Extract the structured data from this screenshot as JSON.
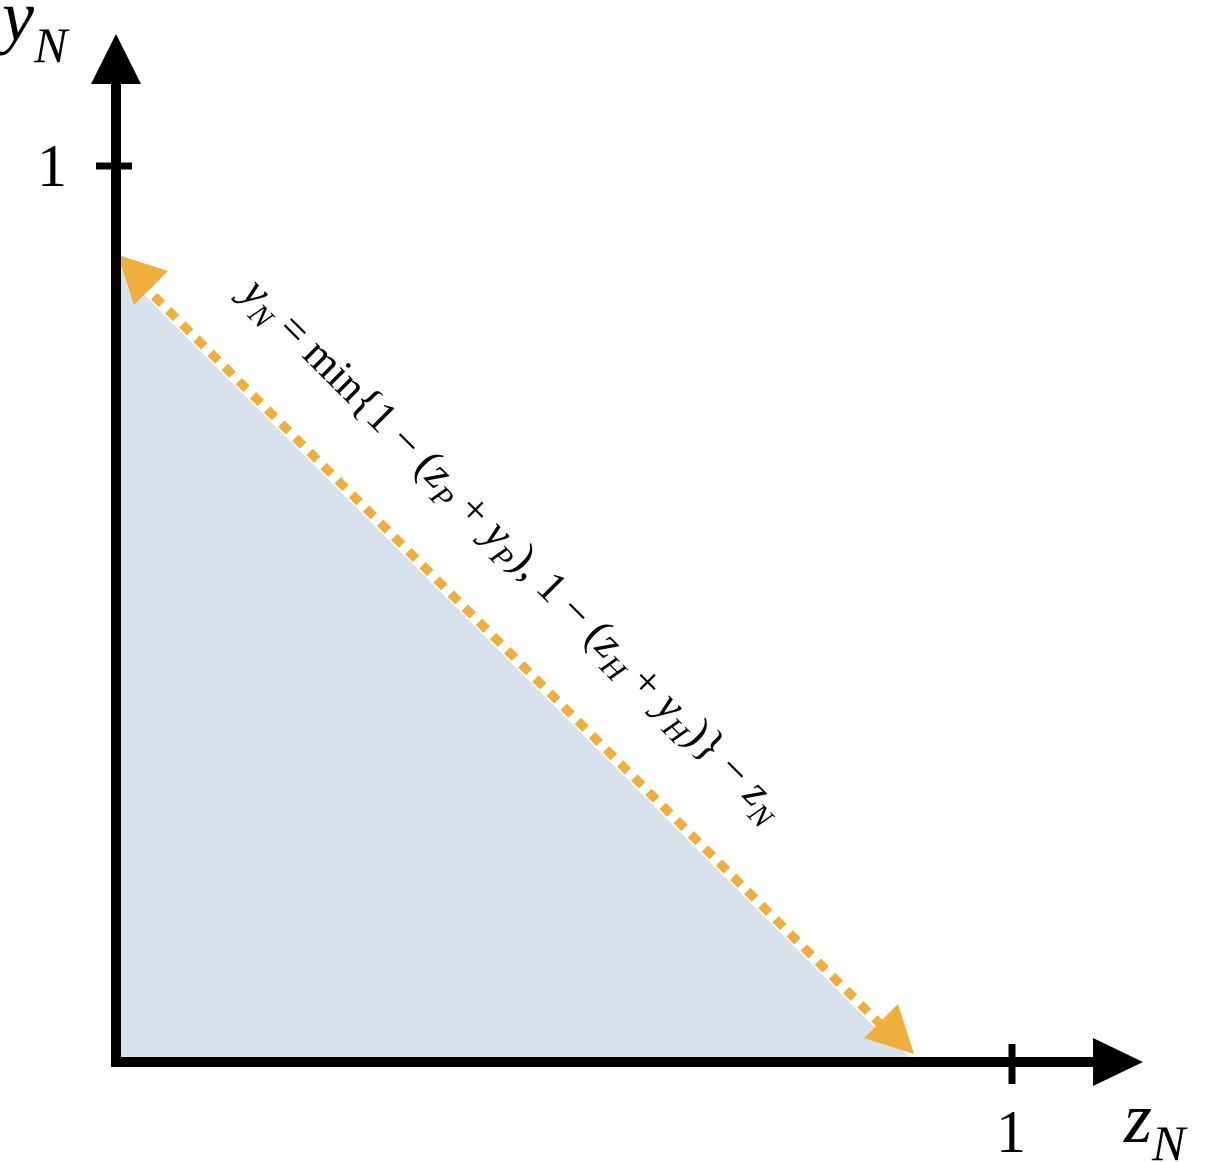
{
  "axes": {
    "y_label": {
      "main": "y",
      "sub": "N"
    },
    "x_label": {
      "main": "z",
      "sub": "N"
    },
    "y_tick_label": "1",
    "x_tick_label": "1"
  },
  "equation": {
    "lhs_main": "y",
    "lhs_sub": "N",
    "equals": " = ",
    "min_open": "min{1 − (",
    "z1_main": "z",
    "z1_sub": "P",
    "plus1": " + ",
    "y1_main": "y",
    "y1_sub": "P",
    "mid": "), 1 − (",
    "z2_main": "z",
    "z2_sub": "H",
    "plus2": " + ",
    "y2_main": "y",
    "y2_sub": "H",
    "close": ")} − ",
    "zn_main": "z",
    "zn_sub": "N"
  },
  "colors": {
    "axis": "#000000",
    "feasible_region": "#d7e2ec",
    "boundary_arrow": "#f0ae3b"
  },
  "icons": {
    "y_axis_arrow": "arrowhead-up",
    "x_axis_arrow": "arrowhead-right",
    "boundary_arrows": "double-headed-dashed-arrow"
  }
}
